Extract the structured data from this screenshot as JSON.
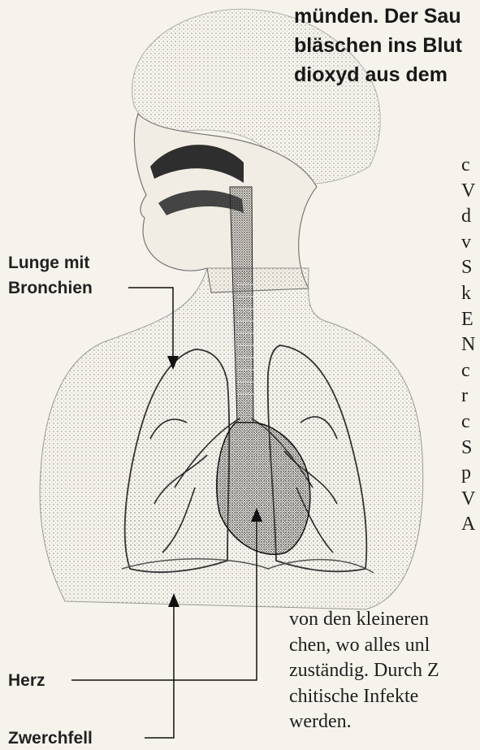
{
  "intro_lines": [
    "münden. Der Sau",
    "bläschen ins Blut",
    "dioxyd aus dem"
  ],
  "right_column_letters": [
    "c",
    "V",
    "d",
    "v",
    "S",
    "k",
    "E",
    "N",
    "c",
    "r",
    "c",
    "S",
    "p",
    "V",
    "A"
  ],
  "paragraph_lines": [
    "von den kleineren",
    "chen, wo alles unl",
    "zuständig. Durch Z",
    "chitische Infekte",
    "werden."
  ],
  "labels": {
    "lung_line1": "Lunge mit",
    "lung_line2": "Bronchien",
    "heart": "Herz",
    "diaphragm": "Zwerchfell"
  },
  "colors": {
    "paper": "#f6f3ec",
    "ink": "#1c1c1c",
    "stipple": "#9a9a9a"
  }
}
